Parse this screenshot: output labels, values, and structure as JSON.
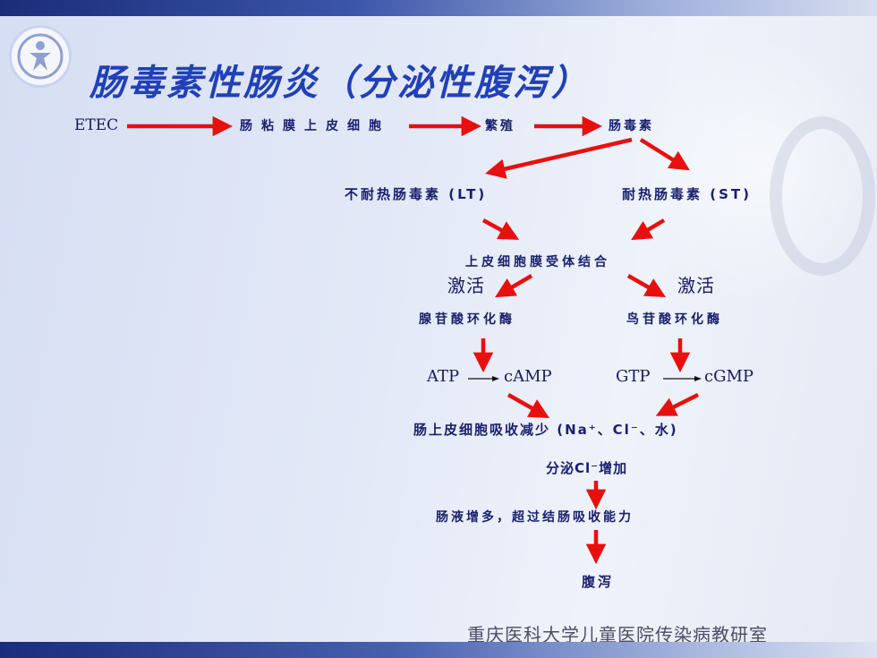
{
  "title": "肠毒素性肠炎（分泌性腹泻）",
  "flow": {
    "etec": "ETEC",
    "mucosa": "肠粘膜上皮细胞",
    "proliferate": "繁殖",
    "enterotoxin": "肠毒素",
    "lt": "不耐热肠毒素 (LT)",
    "st": "耐热肠毒素 (ST)",
    "receptor": "上皮细胞膜受体结合",
    "activate_left": "激活",
    "activate_right": "激活",
    "adenylate": "腺苷酸环化酶",
    "guanylate": "鸟苷酸环化酶",
    "atp": "ATP",
    "camp": "cAMP",
    "gtp": "GTP",
    "cgmp": "cGMP",
    "absorption": "肠上皮细胞吸收减少 (Na⁺、Cl⁻、水)",
    "secretion": "分泌Cl⁻增加",
    "fluid": "肠液增多，超过结肠吸收能力",
    "diarrhea": "腹泻"
  },
  "footer": "重庆医科大学儿童医院传染病教研室",
  "colors": {
    "arrow": "#e8100e",
    "text": "#1a1f6e",
    "title": "#2140b8"
  }
}
